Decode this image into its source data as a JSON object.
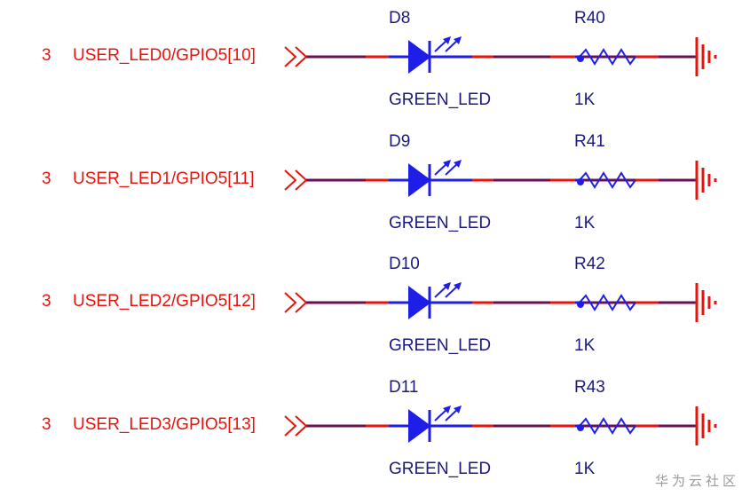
{
  "colors": {
    "net_label": "#e8140c",
    "part_label": "#1a1a80",
    "symbol": "#1e1ee6",
    "wire": "#6b0f55",
    "pin": "#e8140c",
    "watermark": "#9a9a9a"
  },
  "channels": [
    {
      "sheet_ref": "3",
      "net_name": "USER_LED0/GPIO5[10]",
      "led": {
        "designator": "D8",
        "value": "GREEN_LED"
      },
      "resistor": {
        "designator": "R40",
        "value": "1K"
      }
    },
    {
      "sheet_ref": "3",
      "net_name": "USER_LED1/GPIO5[11]",
      "led": {
        "designator": "D9",
        "value": "GREEN_LED"
      },
      "resistor": {
        "designator": "R41",
        "value": "1K"
      }
    },
    {
      "sheet_ref": "3",
      "net_name": "USER_LED2/GPIO5[12]",
      "led": {
        "designator": "D10",
        "value": "GREEN_LED"
      },
      "resistor": {
        "designator": "R42",
        "value": "1K"
      }
    },
    {
      "sheet_ref": "3",
      "net_name": "USER_LED3/GPIO5[13]",
      "led": {
        "designator": "D11",
        "value": "GREEN_LED"
      },
      "resistor": {
        "designator": "R43",
        "value": "1K"
      }
    }
  ],
  "watermark": {
    "text": "华为云社区",
    "icon": "cloud-community-watermark"
  }
}
